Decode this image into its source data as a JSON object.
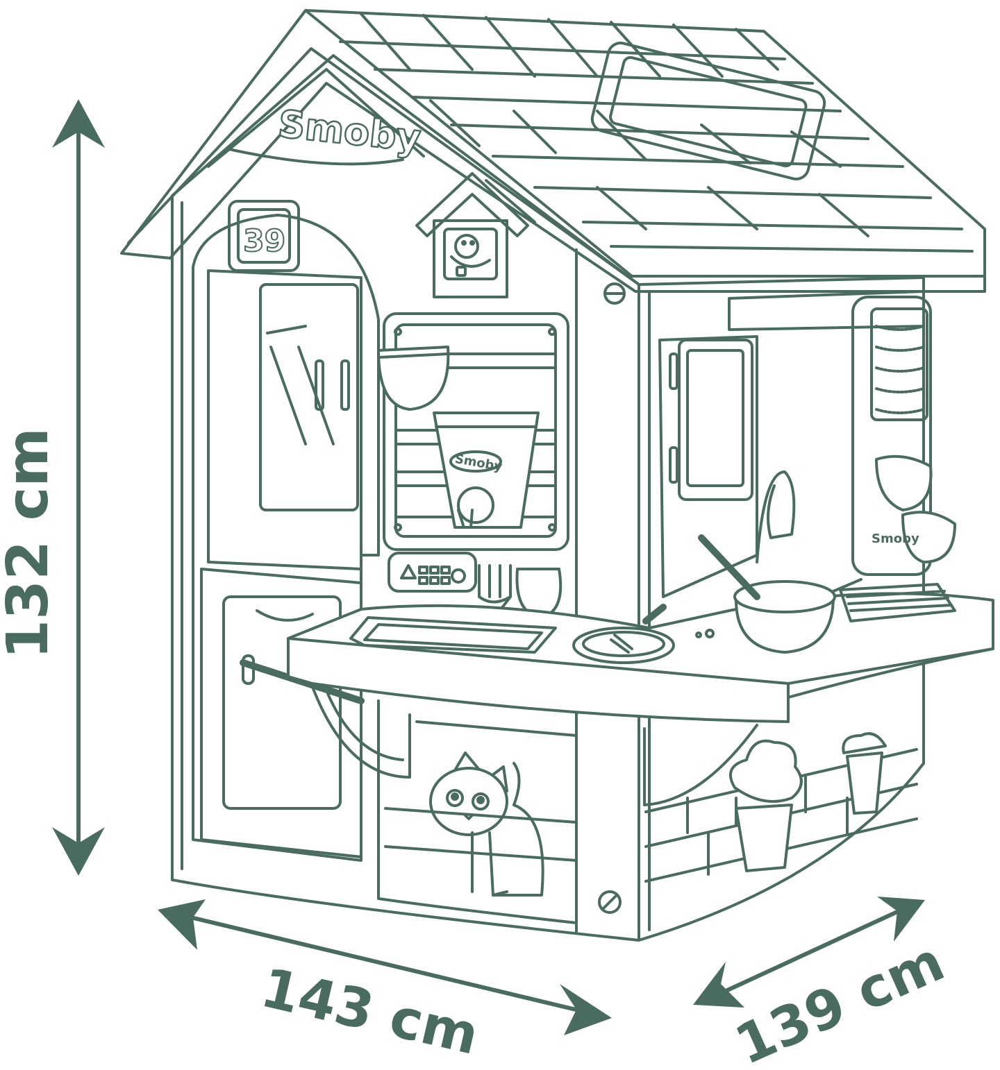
{
  "colors": {
    "line": "#4a6b60",
    "background": "#ffffff"
  },
  "brand": {
    "roof_logo": "Smoby",
    "kettle_logo": "Smoby",
    "side_logo": "Smoby"
  },
  "house_number": "39",
  "dimensions": {
    "height": "132 cm",
    "width": "143 cm",
    "depth": "139 cm"
  },
  "icons": [
    "arrow-up-icon",
    "arrow-down-icon",
    "screw-icon",
    "cat-figure",
    "bird-figure",
    "flower-pot-icon",
    "pot-icon",
    "kettle-icon"
  ]
}
